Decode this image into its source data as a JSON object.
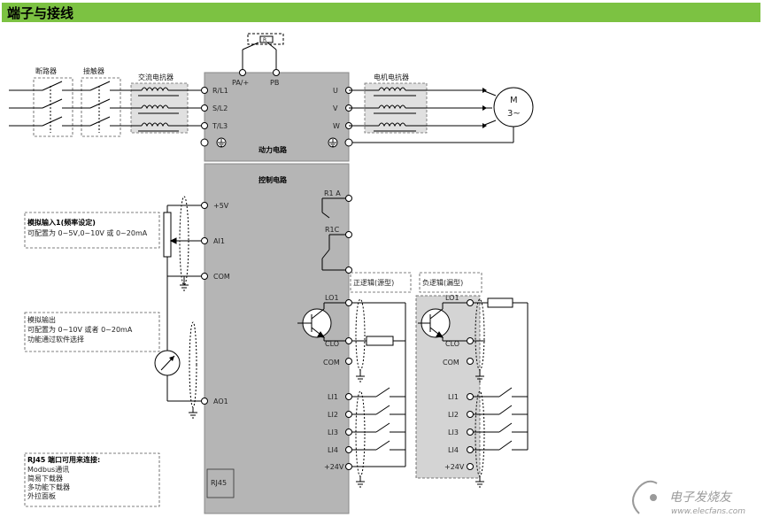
{
  "header": {
    "title": "端子与接线"
  },
  "colors": {
    "header_green": "#7cc242",
    "block_gray": "#b5b5b5",
    "sink_box_gray": "#d4d4d4",
    "watermark": "#9a9a9a"
  },
  "power_section": {
    "breaker_label": "断路器",
    "contactor_label": "接触器",
    "ac_reactor_label": "交流电抗器",
    "motor_reactor_label": "电机电抗器",
    "brake_resistor_label": "R",
    "terminals_left": [
      "R/L1",
      "S/L2",
      "T/L3"
    ],
    "terminals_top": [
      "PA/+",
      "PB"
    ],
    "terminals_right": [
      "U",
      "V",
      "W"
    ],
    "block_title": "动力电路",
    "motor_label_1": "M",
    "motor_label_2": "3~",
    "ground_icon": "ground-icon"
  },
  "control_section": {
    "block_title": "控制电路",
    "analog_input_note": {
      "line1": "模拟输入1(频率设定)",
      "line2": "可配置为 0~5V,0~10V 或 0~20mA"
    },
    "analog_input_terminals": [
      "+5V",
      "AI1",
      "COM"
    ],
    "analog_output_note": {
      "line1": "模拟输出",
      "line2": "可配置为 0~10V 或者 0~20mA",
      "line3": "功能通过软件选择"
    },
    "analog_output_terminal": "AO1",
    "relay_terminals": [
      "R1 A",
      "R1C"
    ],
    "rj45_note": {
      "line1": "RJ45 端口可用来连接:",
      "line2": "Modbus通讯",
      "line3": "简易下载器",
      "line4": "多功能下载器",
      "line5": "外拉面板"
    },
    "rj45_label": "RJ45",
    "source_logic_label": "正逻辑(源型)",
    "sink_logic_label": "负逻辑(漏型)",
    "output_terminals": [
      "LO1",
      "CLO",
      "COM"
    ],
    "input_terminals": [
      "LI1",
      "LI2",
      "LI3",
      "LI4",
      "+24V"
    ]
  },
  "watermark": {
    "line1": "电子发烧友",
    "line2": "www.elecfans.com"
  }
}
